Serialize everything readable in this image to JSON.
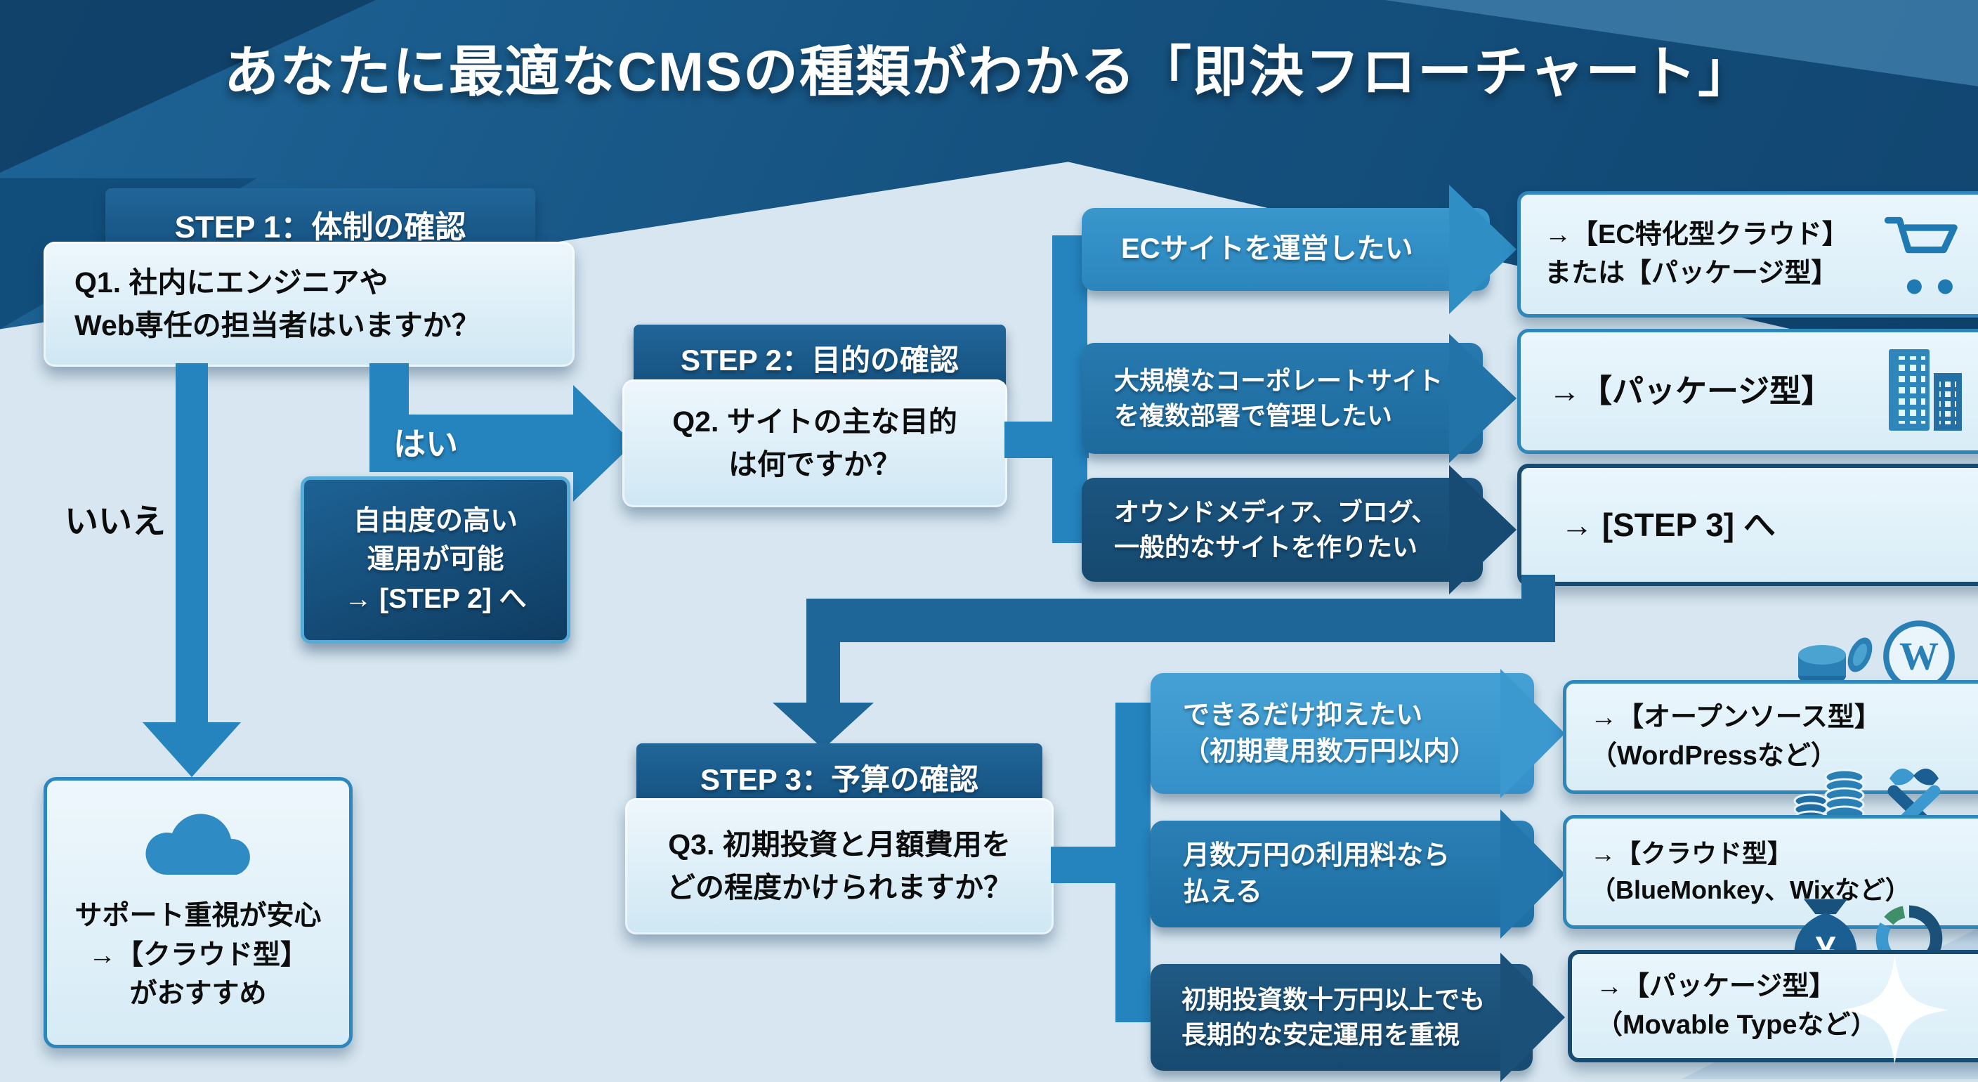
{
  "title": "あなたに最適なCMSの種類がわかる「即決フローチャート」",
  "colors": {
    "background": "#d7e6f0",
    "header_dark": "#15517f",
    "connector_blue": "#2583bd",
    "connector_dark": "#1e6697",
    "arrow_light": "#2f8fc5",
    "arrow_mid": "#2273a7",
    "arrow_dark": "#174b73",
    "step3_arrow_light": "#3b99cf",
    "step3_arrow_mid": "#2276ab",
    "step3_arrow_dark": "#1b5078",
    "result_border": "#2e86ba",
    "result_bg": "#e3f1fa"
  },
  "icons": {
    "cloud": "cloud-icon",
    "cart": "cart-icon",
    "building": "building-icon",
    "coins": "coins-icon",
    "wordpress": "wordpress-icon",
    "coin_stack": "coin-stack-icon",
    "wix": "wix-icon",
    "money_bag": "money-bag-icon",
    "donut": "donut-chart-icon",
    "sparkle": "sparkle-icon",
    "yen": "¥"
  },
  "step1": {
    "header": "STEP 1：体制の確認",
    "question": "Q1. 社内にエンジニアや\nWeb専任の担当者はいますか？",
    "yes_label": "はい",
    "no_label": "いいえ",
    "yes_note": "自由度の高い\n運用が可能\n→ [STEP 2] へ",
    "no_result": "サポート重視が安心\n→【クラウド型】\nがおすすめ"
  },
  "step2": {
    "header": "STEP 2：目的の確認",
    "question": "Q2. サイトの主な目的\nは何ですか？",
    "branches": [
      {
        "label": "ECサイトを運営したい",
        "result": "→【EC特化型クラウド】\nまたは【パッケージ型】"
      },
      {
        "label": "大規模なコーポレートサイト\nを複数部署で管理したい",
        "result": "→【パッケージ型】"
      },
      {
        "label": "オウンドメディア、ブログ、\n一般的なサイトを作りたい",
        "result": "→ [STEP 3] へ"
      }
    ]
  },
  "step3": {
    "header": "STEP 3：予算の確認",
    "question": "Q3. 初期投資と月額費用を\nどの程度かけられますか？",
    "branches": [
      {
        "label": "できるだけ抑えたい\n（初期費用数万円以内）",
        "result": "→【オープンソース型】\n（WordPressなど）"
      },
      {
        "label": "月数万円の利用料なら\n払える",
        "result": "→【クラウド型】\n（BlueMonkey、Wixなど）"
      },
      {
        "label": "初期投資数十万円以上でも\n長期的な安定運用を重視",
        "result": "→【パッケージ型】\n（Movable Typeなど）"
      }
    ]
  }
}
